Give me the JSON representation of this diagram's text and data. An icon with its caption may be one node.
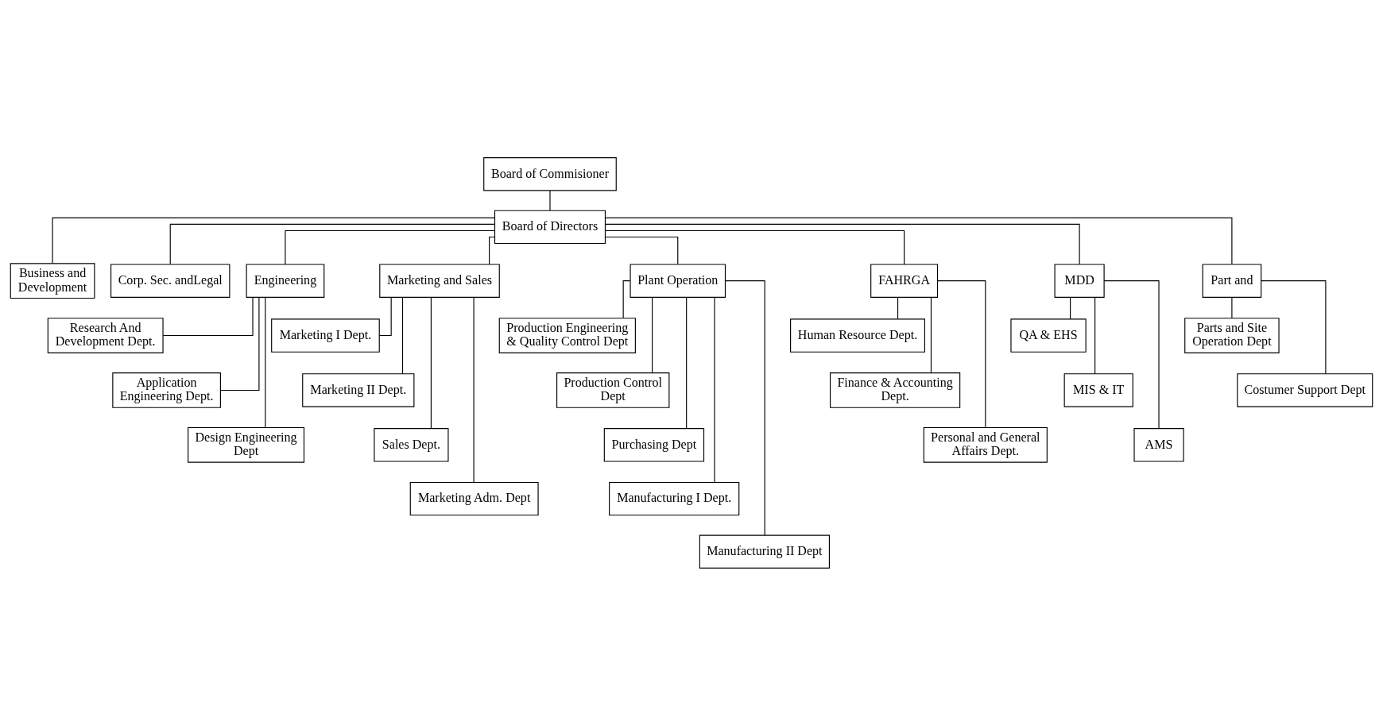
{
  "diagram": {
    "nodes": [
      {
        "text": [
          "Board of Commisioner"
        ]
      },
      {
        "text": [
          "Board of Directors"
        ]
      },
      {
        "text": [
          "Business and Development"
        ]
      },
      {
        "text": [
          "Corp. Sec. andLegal"
        ]
      },
      {
        "text": [
          "Engineering"
        ]
      },
      {
        "text": [
          "Marketing and Sales"
        ]
      },
      {
        "text": [
          "Plant Operation"
        ]
      },
      {
        "text": [
          "FAHRGA"
        ]
      },
      {
        "text": [
          "MDD"
        ]
      },
      {
        "text": [
          "Part and"
        ]
      },
      {
        "text": [
          "Research And Development Dept."
        ]
      },
      {
        "text": [
          "Application Engineering Dept."
        ]
      },
      {
        "text": [
          "Design Engineering Dept"
        ]
      },
      {
        "text": [
          "Marketing I Dept."
        ]
      },
      {
        "text": [
          "Marketing II Dept."
        ]
      },
      {
        "text": [
          "Sales Dept."
        ]
      },
      {
        "text": [
          "Marketing Adm. Dept"
        ]
      },
      {
        "text": [
          "Production Engineering & Quality Control Dept"
        ]
      },
      {
        "text": [
          "Production Control Dept"
        ]
      },
      {
        "text": [
          "Purchasing Dept"
        ]
      },
      {
        "text": [
          "Manufacturing I Dept."
        ]
      },
      {
        "text": [
          "Manufacturing II Dept"
        ]
      },
      {
        "text": [
          "Human Resource Dept."
        ]
      },
      {
        "text": [
          "Finance & Accounting Dept."
        ]
      },
      {
        "text": [
          "Personal and General Affairs Dept."
        ]
      },
      {
        "text": [
          "QA & EHS"
        ]
      },
      {
        "text": [
          "MIS & IT"
        ]
      },
      {
        "text": [
          "AMS"
        ]
      },
      {
        "text": [
          "Parts and Site Operation Dept"
        ]
      },
      {
        "text": [
          "Costumer Support Dept"
        ]
      }
    ],
    "edges": [
      {
        "from": 0,
        "to": 1,
        "arrow": "none"
      },
      {
        "from": 1,
        "to": 2,
        "arrow": "none"
      },
      {
        "from": 1,
        "to": 3,
        "arrow": "none"
      },
      {
        "from": 1,
        "to": 4,
        "arrow": "none"
      },
      {
        "from": 1,
        "to": 5,
        "arrow": "none"
      },
      {
        "from": 1,
        "to": 6,
        "arrow": "none"
      },
      {
        "from": 1,
        "to": 7,
        "arrow": "none"
      },
      {
        "from": 1,
        "to": 8,
        "arrow": "none"
      },
      {
        "from": 1,
        "to": 9,
        "arrow": "none"
      },
      {
        "from": 4,
        "to": 10,
        "arrow": "none"
      },
      {
        "from": 4,
        "to": 11,
        "arrow": "none"
      },
      {
        "from": 4,
        "to": 12,
        "arrow": "none"
      },
      {
        "from": 5,
        "to": 13,
        "arrow": "none"
      },
      {
        "from": 5,
        "to": 14,
        "arrow": "none"
      },
      {
        "from": 5,
        "to": 15,
        "arrow": "none"
      },
      {
        "from": 5,
        "to": 16,
        "arrow": "none"
      },
      {
        "from": 6,
        "to": 17,
        "arrow": "none"
      },
      {
        "from": 6,
        "to": 18,
        "arrow": "none"
      },
      {
        "from": 6,
        "to": 19,
        "arrow": "none"
      },
      {
        "from": 6,
        "to": 20,
        "arrow": "none"
      },
      {
        "from": 6,
        "to": 21,
        "arrow": "none"
      },
      {
        "from": 7,
        "to": 22,
        "arrow": "none"
      },
      {
        "from": 7,
        "to": 23,
        "arrow": "none"
      },
      {
        "from": 7,
        "to": 24,
        "arrow": "none"
      },
      {
        "from": 8,
        "to": 25,
        "arrow": "none"
      },
      {
        "from": 8,
        "to": 26,
        "arrow": "none"
      },
      {
        "from": 8,
        "to": 27,
        "arrow": "none"
      },
      {
        "from": 9,
        "to": 28,
        "arrow": "none"
      },
      {
        "from": 9,
        "to": 29,
        "arrow": "none"
      }
    ]
  }
}
